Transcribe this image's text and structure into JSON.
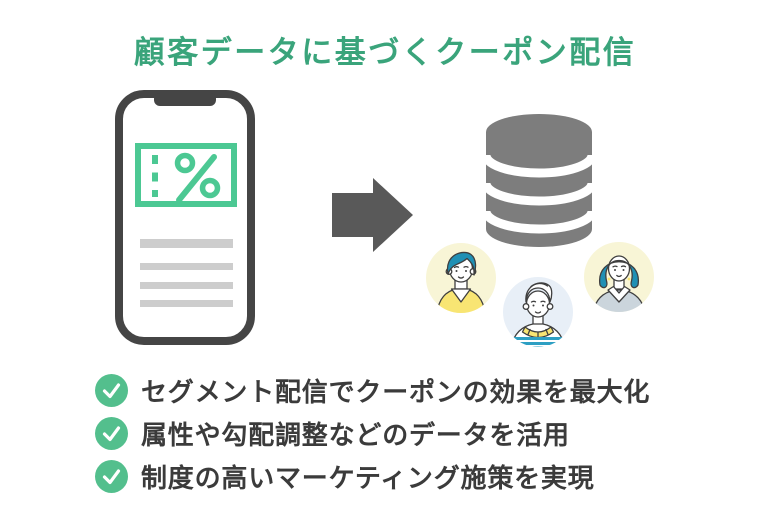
{
  "title": {
    "text": "顧客データに基づくクーポン配信"
  },
  "bullets": [
    {
      "label": "セグメント配信でクーポンの効果を最大化"
    },
    {
      "label": "属性や勾配調整などのデータを活用"
    },
    {
      "label": "制度の高いマーケティング施策を実現"
    }
  ],
  "icons": {
    "phone": "smartphone-icon",
    "coupon": "coupon-percent-icon",
    "arrow": "arrow-right-icon",
    "database": "database-icon",
    "check": "check-circle-icon",
    "avatars": [
      "man-teal-hair-avatar",
      "man-light-hair-avatar",
      "woman-teal-bob-avatar"
    ]
  },
  "colors": {
    "title_green": "#3AA47B",
    "check_green": "#53BF8D",
    "check_mark": "#FFFFFF",
    "bullet_text": "#3B3B3B",
    "phone_frame": "#454545",
    "coupon_green": "#4CC893",
    "placeholder_gray": "#CDCDCD",
    "arrow_gray": "#595959",
    "database_gray": "#7D7D7D",
    "avatar_bg_yellow": "#F8F5D6",
    "avatar_bg_blue": "#E8EFF7",
    "hair_teal": "#2090B4",
    "clothes_yellow": "#F8E573",
    "clothes_gray_blue": "#CBD5DC",
    "stripe_teal": "#2D9FC3",
    "outline_dark": "#3F3F3F"
  }
}
